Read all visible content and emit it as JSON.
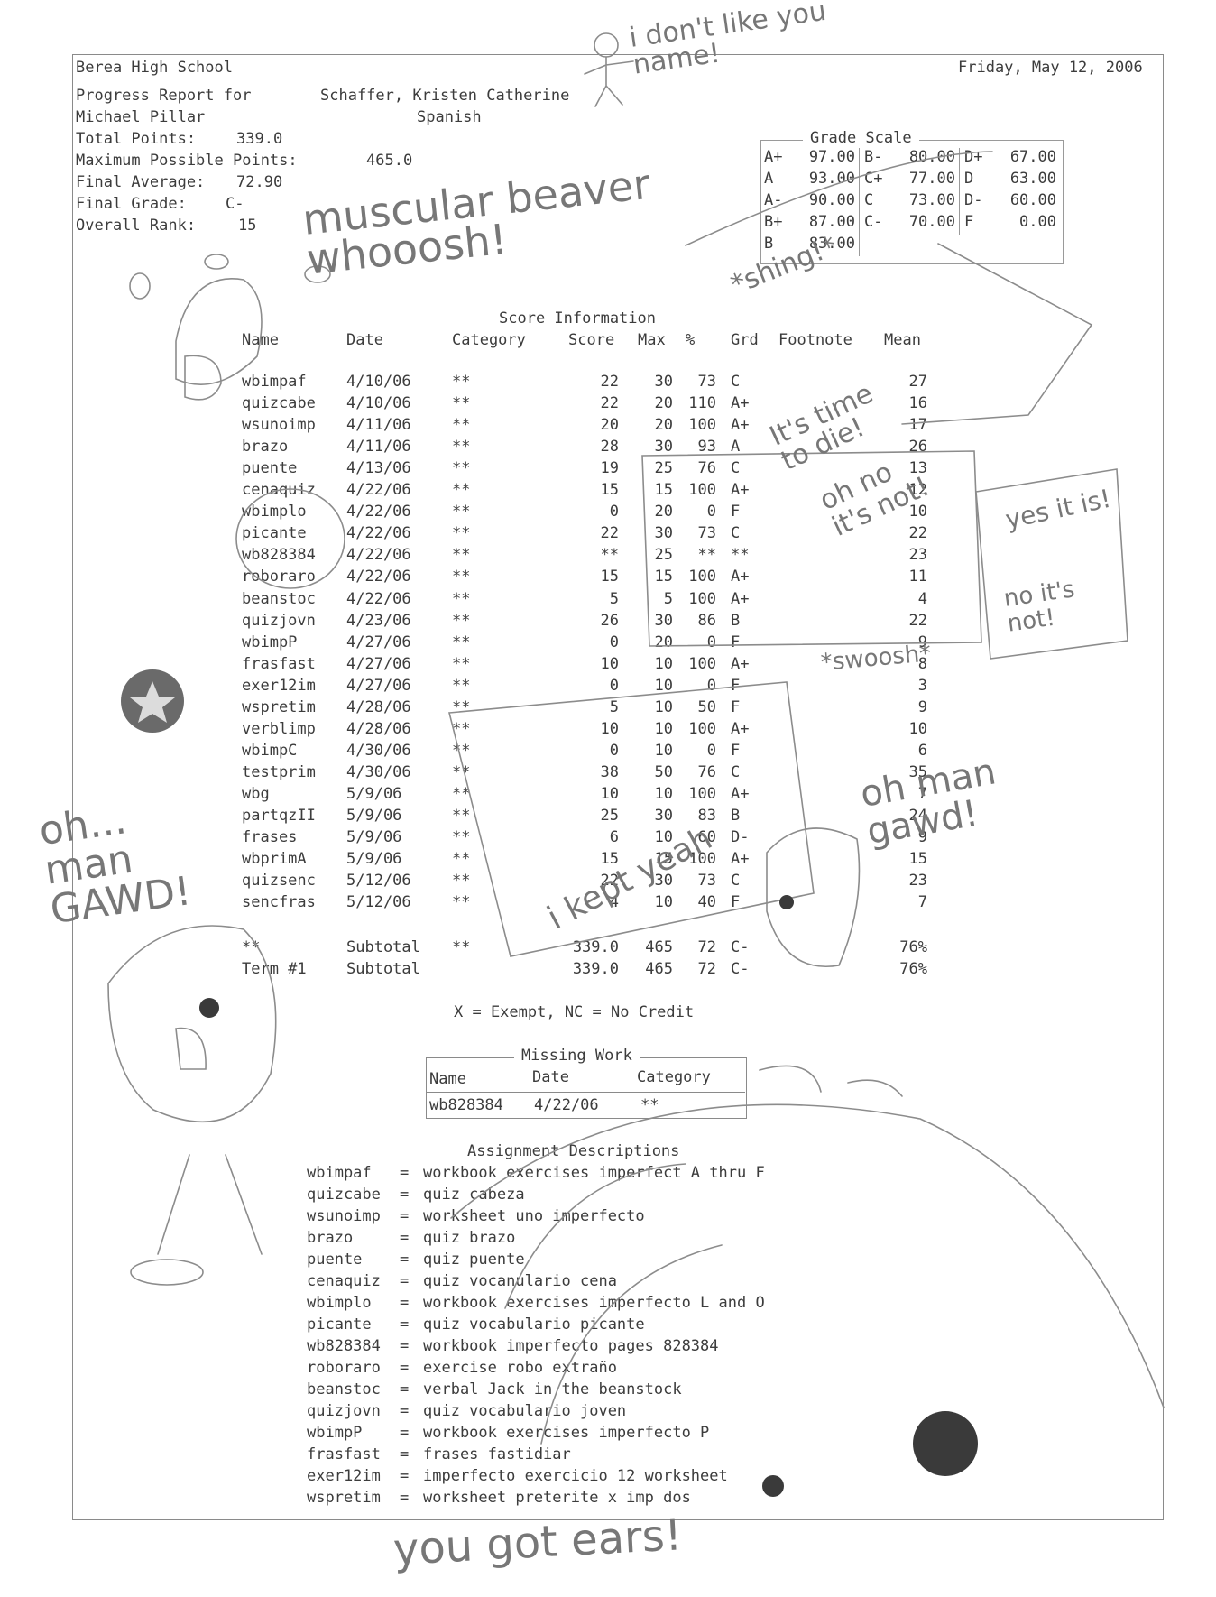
{
  "header": {
    "school": "Berea High School",
    "date": "Friday, May 12, 2006",
    "progress_label": "Progress Report for",
    "student_name": "Schaffer, Kristen Catherine",
    "teacher": "Michael Pillar",
    "subject": "Spanish"
  },
  "summary": {
    "total_points_label": "Total Points:",
    "total_points": "339.0",
    "max_points_label": "Maximum Possible Points:",
    "max_points": "465.0",
    "final_average_label": "Final Average:",
    "final_average": "72.90",
    "final_grade_label": "Final Grade:",
    "final_grade": "C-",
    "rank_label": "Overall Rank:",
    "rank": "15"
  },
  "grade_scale": {
    "title": "Grade Scale",
    "cells": [
      {
        "grade": "A+",
        "value": "97.00"
      },
      {
        "grade": "B-",
        "value": "80.00"
      },
      {
        "grade": "D+",
        "value": "67.00"
      },
      {
        "grade": "A",
        "value": "93.00"
      },
      {
        "grade": "C+",
        "value": "77.00"
      },
      {
        "grade": "D",
        "value": "63.00"
      },
      {
        "grade": "A-",
        "value": "90.00"
      },
      {
        "grade": "C",
        "value": "73.00"
      },
      {
        "grade": "D-",
        "value": "60.00"
      },
      {
        "grade": "B+",
        "value": "87.00"
      },
      {
        "grade": "C-",
        "value": "70.00"
      },
      {
        "grade": "F",
        "value": "0.00"
      },
      {
        "grade": "B",
        "value": "83.00"
      }
    ]
  },
  "scores": {
    "title": "Score Information",
    "headers": {
      "name": "Name",
      "date": "Date",
      "category": "Category",
      "score": "Score",
      "max": "Max",
      "pct": "%",
      "grd": "Grd",
      "footnote": "Footnote",
      "mean": "Mean"
    },
    "rows": [
      {
        "name": "wbimpaf",
        "date": "4/10/06",
        "cat": "**",
        "score": "22",
        "max": "30",
        "pct": "73",
        "grd": "C",
        "mean": "27"
      },
      {
        "name": "quizcabe",
        "date": "4/10/06",
        "cat": "**",
        "score": "22",
        "max": "20",
        "pct": "110",
        "grd": "A+",
        "mean": "16"
      },
      {
        "name": "wsunoimp",
        "date": "4/11/06",
        "cat": "**",
        "score": "20",
        "max": "20",
        "pct": "100",
        "grd": "A+",
        "mean": "17"
      },
      {
        "name": "brazo",
        "date": "4/11/06",
        "cat": "**",
        "score": "28",
        "max": "30",
        "pct": "93",
        "grd": "A",
        "mean": "26"
      },
      {
        "name": "puente",
        "date": "4/13/06",
        "cat": "**",
        "score": "19",
        "max": "25",
        "pct": "76",
        "grd": "C",
        "mean": "13"
      },
      {
        "name": "cenaquiz",
        "date": "4/22/06",
        "cat": "**",
        "score": "15",
        "max": "15",
        "pct": "100",
        "grd": "A+",
        "mean": "12"
      },
      {
        "name": "wbimplo",
        "date": "4/22/06",
        "cat": "**",
        "score": "0",
        "max": "20",
        "pct": "0",
        "grd": "F",
        "mean": "10"
      },
      {
        "name": "picante",
        "date": "4/22/06",
        "cat": "**",
        "score": "22",
        "max": "30",
        "pct": "73",
        "grd": "C",
        "mean": "22"
      },
      {
        "name": "wb828384",
        "date": "4/22/06",
        "cat": "**",
        "score": "**",
        "max": "25",
        "pct": "**",
        "grd": "**",
        "mean": "23"
      },
      {
        "name": "roboraro",
        "date": "4/22/06",
        "cat": "**",
        "score": "15",
        "max": "15",
        "pct": "100",
        "grd": "A+",
        "mean": "11"
      },
      {
        "name": "beanstoc",
        "date": "4/22/06",
        "cat": "**",
        "score": "5",
        "max": "5",
        "pct": "100",
        "grd": "A+",
        "mean": "4"
      },
      {
        "name": "quizjovn",
        "date": "4/23/06",
        "cat": "**",
        "score": "26",
        "max": "30",
        "pct": "86",
        "grd": "B",
        "mean": "22"
      },
      {
        "name": "wbimpP",
        "date": "4/27/06",
        "cat": "**",
        "score": "0",
        "max": "20",
        "pct": "0",
        "grd": "F",
        "mean": "9"
      },
      {
        "name": "frasfast",
        "date": "4/27/06",
        "cat": "**",
        "score": "10",
        "max": "10",
        "pct": "100",
        "grd": "A+",
        "mean": "8"
      },
      {
        "name": "exer12im",
        "date": "4/27/06",
        "cat": "**",
        "score": "0",
        "max": "10",
        "pct": "0",
        "grd": "F",
        "mean": "3"
      },
      {
        "name": "wspretim",
        "date": "4/28/06",
        "cat": "**",
        "score": "5",
        "max": "10",
        "pct": "50",
        "grd": "F",
        "mean": "9"
      },
      {
        "name": "verblimp",
        "date": "4/28/06",
        "cat": "**",
        "score": "10",
        "max": "10",
        "pct": "100",
        "grd": "A+",
        "mean": "10"
      },
      {
        "name": "wbimpC",
        "date": "4/30/06",
        "cat": "**",
        "score": "0",
        "max": "10",
        "pct": "0",
        "grd": "F",
        "mean": "6"
      },
      {
        "name": "testprim",
        "date": "4/30/06",
        "cat": "**",
        "score": "38",
        "max": "50",
        "pct": "76",
        "grd": "C",
        "mean": "35"
      },
      {
        "name": "wbg",
        "date": "5/9/06",
        "cat": "**",
        "score": "10",
        "max": "10",
        "pct": "100",
        "grd": "A+",
        "mean": "7"
      },
      {
        "name": "partqzII",
        "date": "5/9/06",
        "cat": "**",
        "score": "25",
        "max": "30",
        "pct": "83",
        "grd": "B",
        "mean": "24"
      },
      {
        "name": "frases",
        "date": "5/9/06",
        "cat": "**",
        "score": "6",
        "max": "10",
        "pct": "60",
        "grd": "D-",
        "mean": "9"
      },
      {
        "name": "wbprimA",
        "date": "5/9/06",
        "cat": "**",
        "score": "15",
        "max": "15",
        "pct": "100",
        "grd": "A+",
        "mean": "15"
      },
      {
        "name": "quizsenc",
        "date": "5/12/06",
        "cat": "**",
        "score": "22",
        "max": "30",
        "pct": "73",
        "grd": "C",
        "mean": "23"
      },
      {
        "name": "sencfras",
        "date": "5/12/06",
        "cat": "**",
        "score": "4",
        "max": "10",
        "pct": "40",
        "grd": "F",
        "mean": "7"
      }
    ],
    "subtotals": [
      {
        "name": "**",
        "date": "Subtotal",
        "cat": "**",
        "score": "339.0",
        "max": "465",
        "pct": "72",
        "grd": "C-",
        "mean": "76%"
      },
      {
        "name": "Term #1",
        "date": "Subtotal",
        "cat": "",
        "score": "339.0",
        "max": "465",
        "pct": "72",
        "grd": "C-",
        "mean": "76%"
      }
    ],
    "legend": "X = Exempt, NC = No Credit"
  },
  "missing_work": {
    "title": "Missing Work",
    "headers": {
      "name": "Name",
      "date": "Date",
      "category": "Category"
    },
    "row": {
      "name": "wb828384",
      "date": "4/22/06",
      "category": "**"
    }
  },
  "descriptions": {
    "title": "Assignment Descriptions",
    "items": [
      {
        "code": "wbimpaf",
        "text": "workbook exercises imperfect A thru F"
      },
      {
        "code": "quizcabe",
        "text": "quiz cabeza"
      },
      {
        "code": "wsunoimp",
        "text": "worksheet uno imperfecto"
      },
      {
        "code": "brazo",
        "text": "quiz brazo"
      },
      {
        "code": "puente",
        "text": "quiz puente"
      },
      {
        "code": "cenaquiz",
        "text": "quiz vocanulario cena"
      },
      {
        "code": "wbimplo",
        "text": "workbook exercises imperfecto L and O"
      },
      {
        "code": "picante",
        "text": "quiz vocabulario picante"
      },
      {
        "code": "wb828384",
        "text": "workbook imperfecto pages 828384"
      },
      {
        "code": "roboraro",
        "text": "exercise robo extraño"
      },
      {
        "code": "beanstoc",
        "text": "verbal Jack in the beanstock"
      },
      {
        "code": "quizjovn",
        "text": "quiz vocabulario joven"
      },
      {
        "code": "wbimpP",
        "text": "workbook exercises imperfecto P"
      },
      {
        "code": "frasfast",
        "text": "frases fastidiar"
      },
      {
        "code": "exer12im",
        "text": "imperfecto exercicio 12 worksheet"
      },
      {
        "code": "wspretim",
        "text": "worksheet preterite x imp dos"
      }
    ]
  },
  "handwriting": {
    "dont_like": "i don't like you name!",
    "muscular": "muscular beaver whooosh!",
    "shing": "*shing!*",
    "time_to_die": "It's time to die!",
    "oh_no": "oh no it's not!",
    "yes_it_is": "yes it is!",
    "no_its_not": "no it's not!",
    "swoosh": "*swoosh*",
    "oh_man_left": "oh... man GAWD!",
    "oh_man_right": "oh man gawd!",
    "i_kept_yeah": "i kept yeah",
    "you_got_ears": "you got ears!"
  }
}
